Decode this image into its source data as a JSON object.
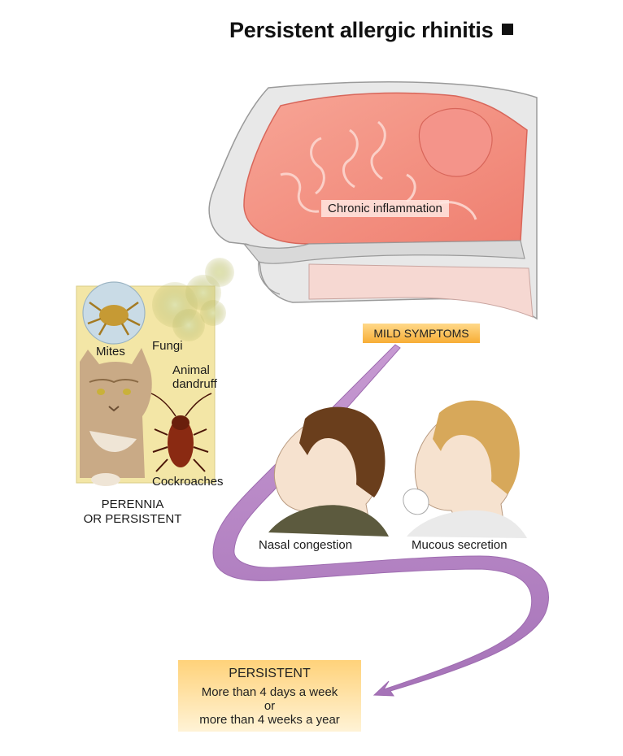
{
  "title": "Persistent allergic rhinitis",
  "labels": {
    "chronic_inflammation": "Chronic inflammation",
    "mild_symptoms": "MILD SYMPTOMS",
    "mites": "Mites",
    "fungi": "Fungi",
    "animal_dandruff_line1": "Animal",
    "animal_dandruff_line2": "dandruff",
    "cockroaches": "Cockroaches",
    "perennia_line1": "PERENNIA",
    "perennia_line2": "OR PERSISTENT",
    "nasal_congestion": "Nasal congestion",
    "mucous_secretion": "Mucous secretion"
  },
  "persistent_box": {
    "heading": "PERSISTENT",
    "line1": "More than 4 days a week",
    "line2": "or",
    "line3": "more than 4 weeks a year"
  },
  "colors": {
    "arrow": "#b07fc0",
    "mild_box": "#f7ad35",
    "allergen_panel": "#f3e6a6",
    "mucosa": "#f08a7c",
    "bone": "#e6e6e6"
  }
}
